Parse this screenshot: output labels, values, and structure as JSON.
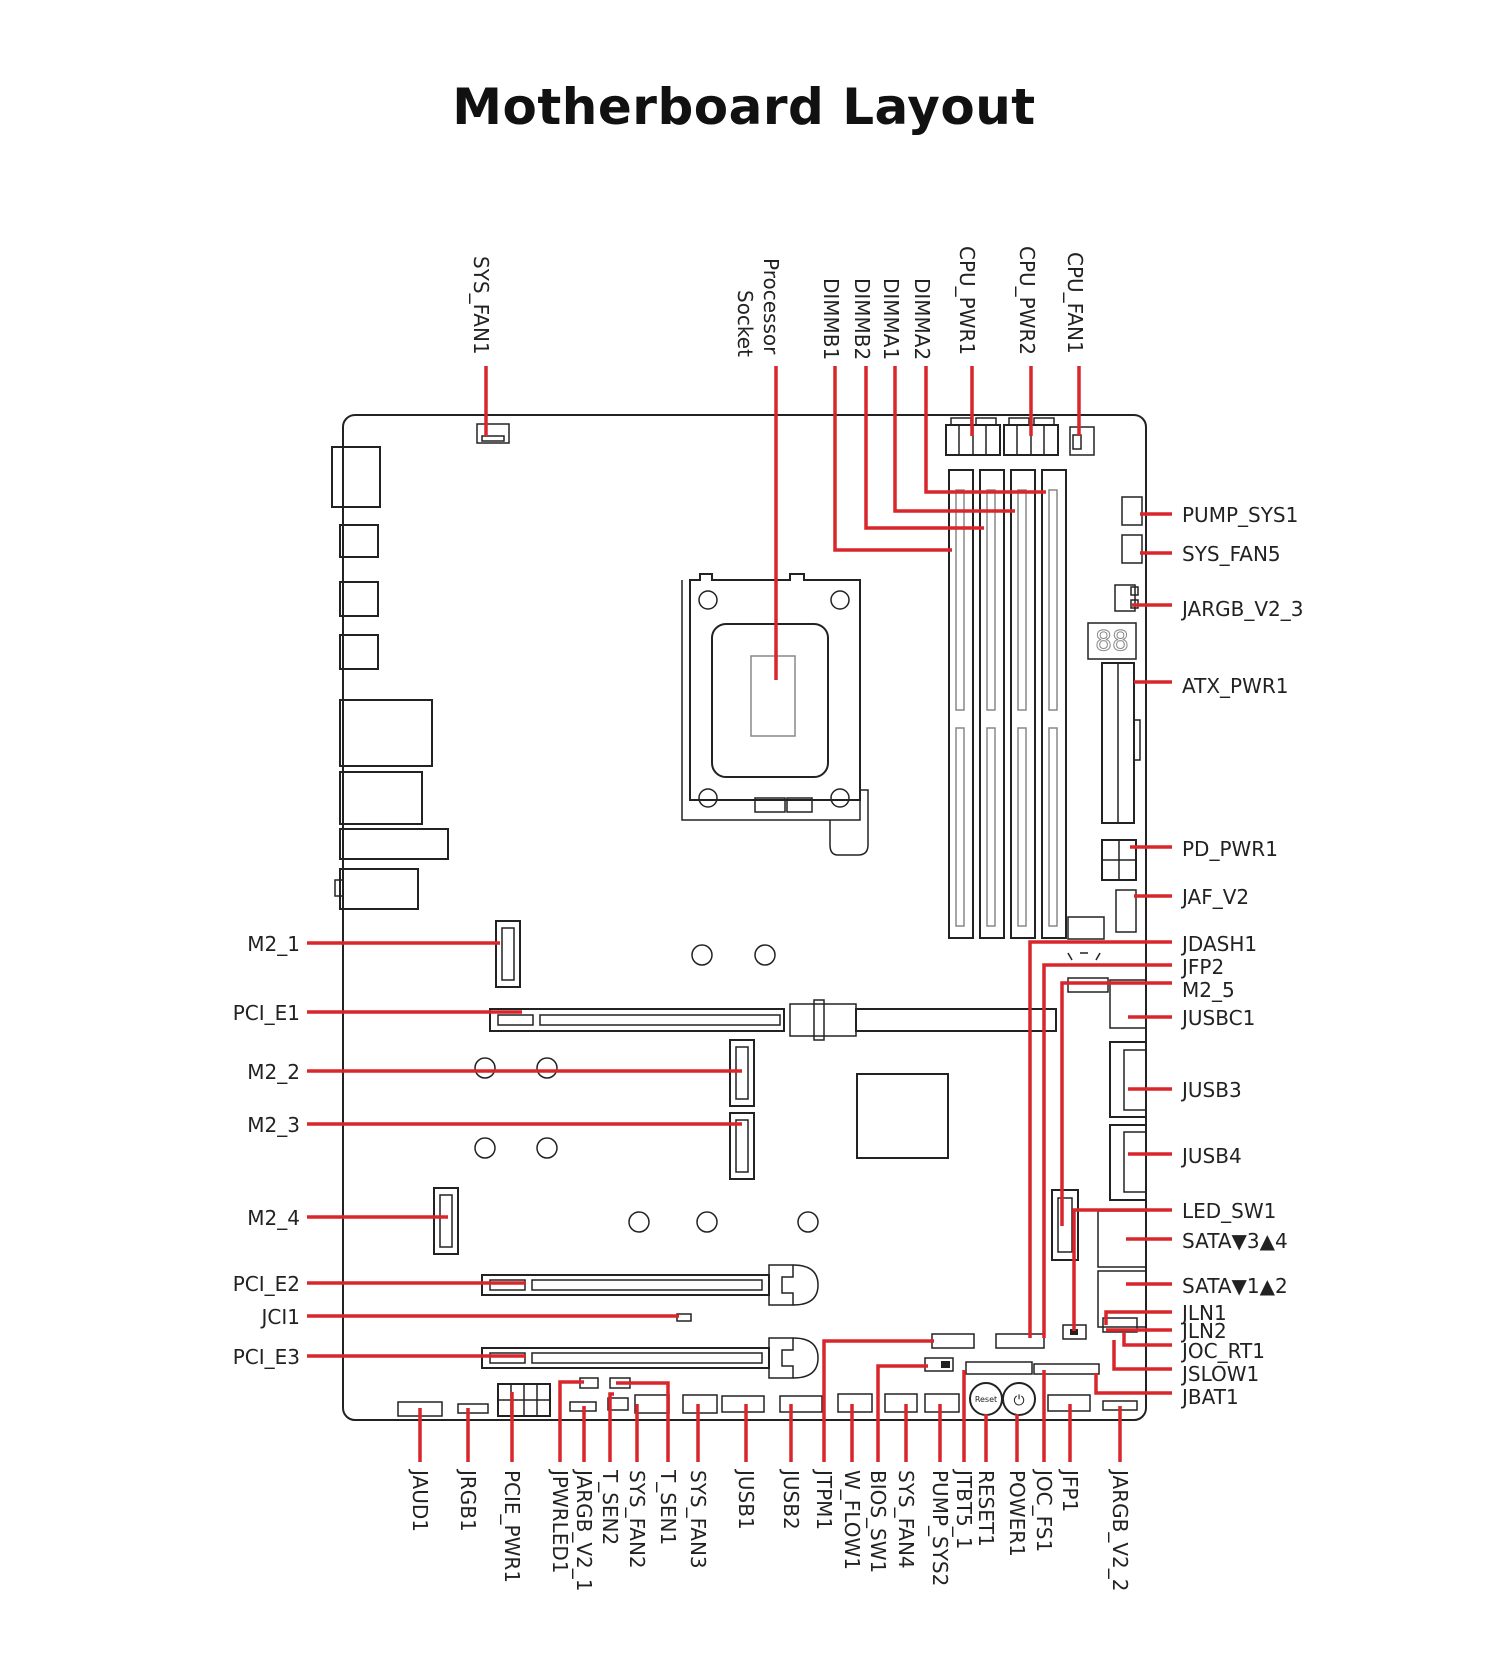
{
  "title": "Motherboard Layout",
  "colors": {
    "leader": "#d9262c",
    "outline": "#222222",
    "text": "#222222"
  },
  "debug_display": "88",
  "button_labels": {
    "reset": "Reset",
    "power": "⏻"
  },
  "labels": {
    "top": [
      {
        "id": "sys-fan1",
        "text": "SYS_FAN1"
      },
      {
        "id": "processor-socket",
        "lines": [
          "Processor",
          "Socket"
        ]
      },
      {
        "id": "dimmb1",
        "text": "DIMMB1"
      },
      {
        "id": "dimmb2",
        "text": "DIMMB2"
      },
      {
        "id": "dimma1",
        "text": "DIMMA1"
      },
      {
        "id": "dimma2",
        "text": "DIMMA2"
      },
      {
        "id": "cpu-pwr1",
        "text": "CPU_PWR1"
      },
      {
        "id": "cpu-pwr2",
        "text": "CPU_PWR2"
      },
      {
        "id": "cpu-fan1",
        "text": "CPU_FAN1"
      }
    ],
    "right": [
      {
        "id": "pump-sys1",
        "text": "PUMP_SYS1"
      },
      {
        "id": "sys-fan5",
        "text": "SYS_FAN5"
      },
      {
        "id": "jargb-v2-3",
        "text": "JARGB_V2_3"
      },
      {
        "id": "atx-pwr1",
        "text": "ATX_PWR1"
      },
      {
        "id": "pd-pwr1",
        "text": "PD_PWR1"
      },
      {
        "id": "jaf-v2",
        "text": "JAF_V2"
      },
      {
        "id": "jdash1",
        "text": "JDASH1"
      },
      {
        "id": "jfp2",
        "text": "JFP2"
      },
      {
        "id": "m2-5",
        "text": "M2_5"
      },
      {
        "id": "jusbc1",
        "text": "JUSBC1"
      },
      {
        "id": "jusb3",
        "text": "JUSB3"
      },
      {
        "id": "jusb4",
        "text": "JUSB4"
      },
      {
        "id": "led-sw1",
        "text": "LED_SW1"
      },
      {
        "id": "sata34",
        "text": "SATA▼3▲4"
      },
      {
        "id": "sata12",
        "text": "SATA▼1▲2"
      },
      {
        "id": "jln1",
        "text": "JLN1"
      },
      {
        "id": "jln2",
        "text": "JLN2"
      },
      {
        "id": "joc-rt1",
        "text": "JOC_RT1"
      },
      {
        "id": "jslow1",
        "text": "JSLOW1"
      },
      {
        "id": "jbat1",
        "text": "JBAT1"
      }
    ],
    "left": [
      {
        "id": "m2-1",
        "text": "M2_1"
      },
      {
        "id": "pci-e1",
        "text": "PCI_E1"
      },
      {
        "id": "m2-2",
        "text": "M2_2"
      },
      {
        "id": "m2-3",
        "text": "M2_3"
      },
      {
        "id": "m2-4",
        "text": "M2_4"
      },
      {
        "id": "pci-e2",
        "text": "PCI_E2"
      },
      {
        "id": "jci1",
        "text": "JCI1"
      },
      {
        "id": "pci-e3",
        "text": "PCI_E3"
      }
    ],
    "bottom": [
      {
        "id": "jaud1",
        "text": "JAUD1"
      },
      {
        "id": "jrgb1",
        "text": "JRGB1"
      },
      {
        "id": "pcie-pwr1",
        "text": "PCIE_PWR1"
      },
      {
        "id": "jpwrled1",
        "text": "JPWRLED1"
      },
      {
        "id": "jargb-v2-1",
        "text": "JARGB_V2_1"
      },
      {
        "id": "t-sen2",
        "text": "T_SEN2"
      },
      {
        "id": "sys-fan2",
        "text": "SYS_FAN2"
      },
      {
        "id": "t-sen1",
        "text": "T_SEN1"
      },
      {
        "id": "sys-fan3",
        "text": "SYS_FAN3"
      },
      {
        "id": "jusb1",
        "text": "JUSB1"
      },
      {
        "id": "jusb2",
        "text": "JUSB2"
      },
      {
        "id": "jtpm1",
        "text": "JTPM1"
      },
      {
        "id": "w-flow1",
        "text": "W_FLOW1"
      },
      {
        "id": "bios-sw1",
        "text": "BIOS_SW1"
      },
      {
        "id": "sys-fan4",
        "text": "SYS_FAN4"
      },
      {
        "id": "pump-sys2",
        "text": "PUMP_SYS2"
      },
      {
        "id": "jtbt5-1",
        "text": "JTBT5_1"
      },
      {
        "id": "reset1",
        "text": "RESET1"
      },
      {
        "id": "power1",
        "text": "POWER1"
      },
      {
        "id": "joc-fs1",
        "text": "JOC_FS1"
      },
      {
        "id": "jfp1",
        "text": "JFP1"
      },
      {
        "id": "jargb-v2-2",
        "text": "JARGB_V2_2"
      }
    ]
  }
}
